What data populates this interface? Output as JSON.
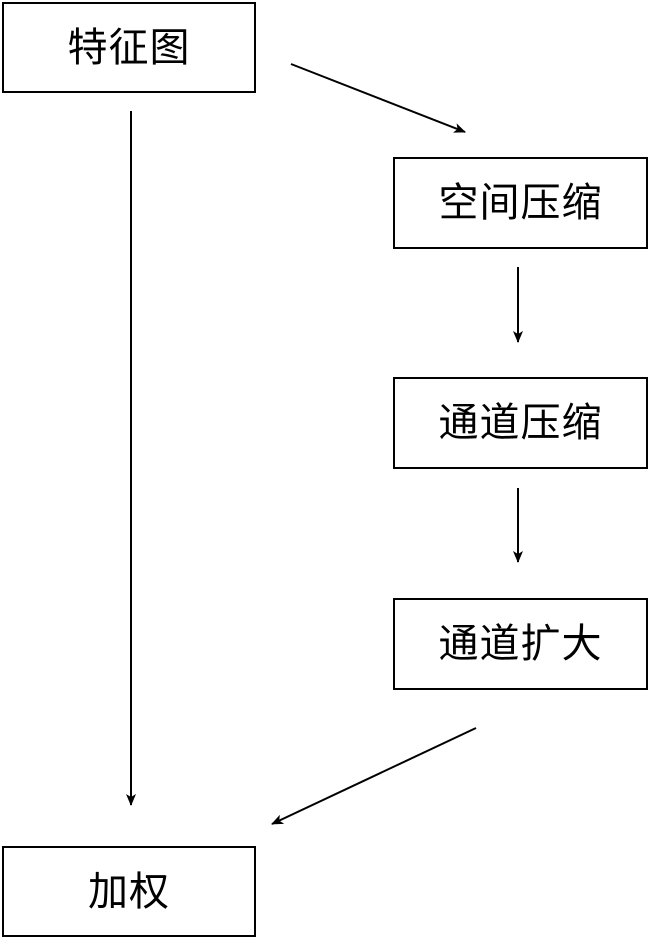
{
  "nodes": {
    "feature_map": "特征图",
    "spatial_compress": "空间压缩",
    "channel_compress": "通道压缩",
    "channel_expand": "通道扩大",
    "weighting": "加权"
  },
  "colors": {
    "stroke": "#000000",
    "background": "#ffffff"
  }
}
